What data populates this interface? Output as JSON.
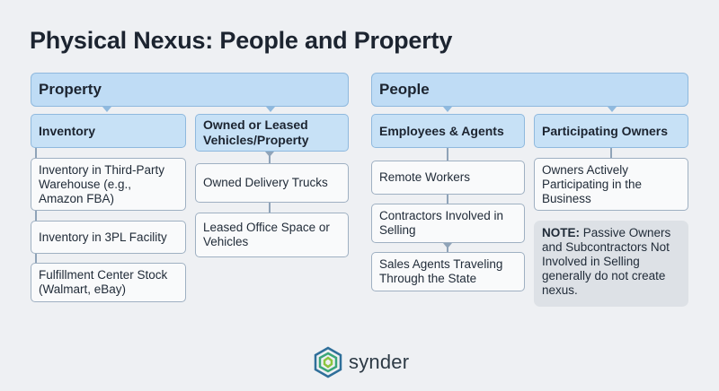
{
  "title": "Physical Nexus: People and Property",
  "property": {
    "label": "Property",
    "inventory": {
      "label": "Inventory",
      "items": [
        "Inventory in Third-Party Warehouse (e.g., Amazon FBA)",
        "Inventory in 3PL Facility",
        "Fulfillment Center Stock (Walmart, eBay)"
      ]
    },
    "owned": {
      "label": "Owned or Leased Vehicles/Property",
      "items": [
        "Owned Delivery Trucks",
        "Leased Office Space or Vehicles"
      ]
    }
  },
  "people": {
    "label": "People",
    "employees": {
      "label": "Employees & Agents",
      "items": [
        "Remote Workers",
        "Contractors Involved in Selling",
        "Sales Agents Traveling Through the State"
      ]
    },
    "owners": {
      "label": "Participating Owners",
      "items": [
        "Owners Actively Participating in the Business"
      ],
      "note_label": "NOTE:",
      "note_text": " Passive Owners and Subcontractors Not Involved in Selling generally do not create nexus."
    }
  },
  "logo": {
    "text": "synder",
    "icon": "synder-logo-icon"
  }
}
